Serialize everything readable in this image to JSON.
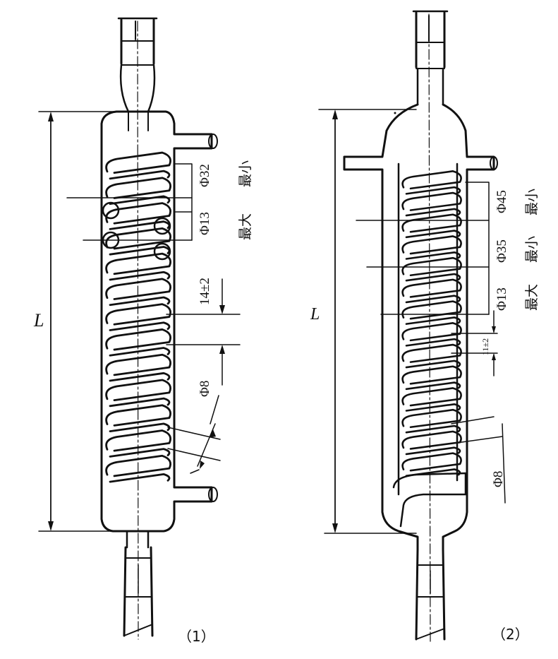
{
  "figure1": {
    "caption": "（1）",
    "length_label": "L",
    "dim_outer_diameter": "Φ32",
    "dim_coil_tube": "Φ13",
    "dim_pitch": "14±2",
    "dim_inner_tube": "Φ8",
    "note_min": "最小",
    "note_max": "最大"
  },
  "figure2": {
    "caption": "（2）",
    "length_label": "L",
    "dim_outer_diameter": "Φ45",
    "dim_middle_diameter": "Φ35",
    "dim_coil_tube": "Φ13",
    "dim_pitch": "11±2",
    "dim_inner_tube": "Φ8",
    "note_min_a": "最小",
    "note_min_b": "最小",
    "note_max": "最大"
  }
}
